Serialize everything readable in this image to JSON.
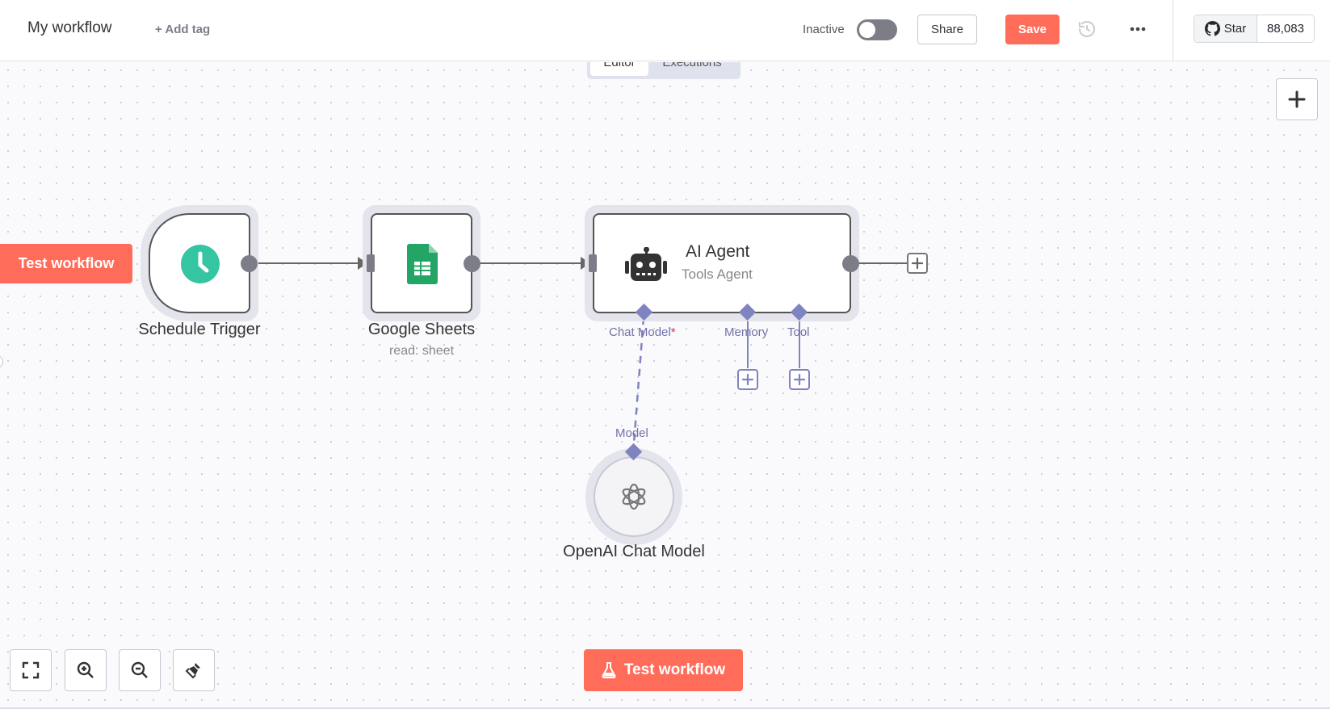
{
  "header": {
    "workflow_name": "My workflow",
    "add_tag": "+ Add tag",
    "status_label": "Inactive",
    "active": false,
    "share": "Share",
    "save": "Save",
    "github": {
      "star": "Star",
      "count": "88,083"
    }
  },
  "tabs": [
    {
      "label": "Editor",
      "selected": true
    },
    {
      "label": "Executions",
      "selected": false
    }
  ],
  "canvas": {
    "test_workflow_left": "Test workflow",
    "test_workflow_bottom": "Test workflow",
    "nodes": {
      "schedule": {
        "label": "Schedule Trigger",
        "icon": "clock-icon"
      },
      "sheets": {
        "label": "Google Sheets",
        "subtitle": "read: sheet",
        "icon": "google-sheets-icon"
      },
      "agent": {
        "title": "AI Agent",
        "subtitle": "Tools Agent",
        "icon": "robot-icon",
        "ports": {
          "chat_model": "Chat Model",
          "required_mark": "*",
          "memory": "Memory",
          "tool": "Tool"
        }
      },
      "openai": {
        "label": "OpenAI Chat Model",
        "port": "Model",
        "icon": "openai-icon"
      }
    }
  },
  "colors": {
    "accent": "#ff6d5a",
    "port": "#7f83c0",
    "trigger_green": "#35c5a2",
    "sheets_green": "#23a566"
  }
}
